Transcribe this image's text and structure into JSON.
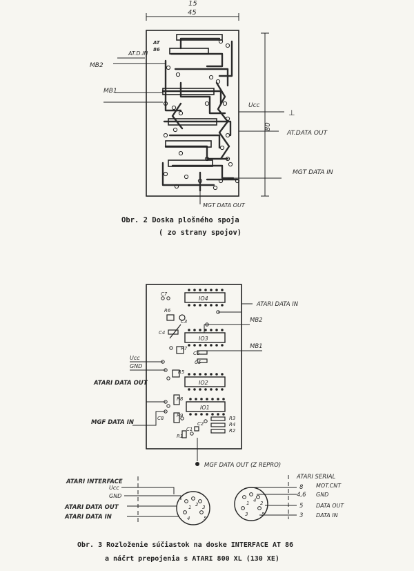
{
  "figure2": {
    "dim_top_partial": "15",
    "dim_width": "45",
    "dim_height": "80",
    "board_marking_1": "AT",
    "board_marking_2": "86",
    "label_mb2": "MB2",
    "label_at_d_in": "AT.D.IN",
    "label_mb1": "MB1",
    "label_ucc": "Ucc",
    "label_ground": "⊥",
    "label_at_data_out": "AT.DATA OUT",
    "label_mgt_data_in": "MGT DATA IN",
    "label_mgt_data_out": "MGT DATA OUT",
    "caption_line1": "Obr. 2  Doska plošného spoja",
    "caption_line2": "( zo strany spojov)"
  },
  "figure3": {
    "ic4": "IO4",
    "ic3": "IO3",
    "ic2": "IO2",
    "ic1": "IO1",
    "c7": "C7",
    "r6": "R6",
    "c3": "C3",
    "c4": "C4",
    "r7": "R7",
    "c6": "C6",
    "c5": "C5",
    "r5": "R5",
    "r8": "R8",
    "c8": "C8",
    "r9": "R9",
    "c2": "C2",
    "c1": "C1",
    "r1": "R1",
    "r3": "R3",
    "r4": "R4",
    "r2": "R2",
    "label_atari_data_in": "ATARI DATA IN",
    "label_mb2": "MB2",
    "label_mb1": "MB1",
    "label_ucc": "Ucc",
    "label_gnd": "GND",
    "label_atari_data_out": "ATARI DATA OUT",
    "label_mgf_data_in": "MGF DATA IN",
    "label_mgf_data_out": "MGF DATA OUT (Z REPRO)"
  },
  "connectors": {
    "left_header": "ATARI INTERFACE",
    "left_ucc": "Ucc",
    "left_gnd": "GND",
    "left_data_out": "ATARI DATA OUT",
    "left_data_in": "ATARI DATA IN",
    "right_header": "ATARI SERIAL",
    "right_pin8": "8",
    "right_pin46": "4,6",
    "right_pin5": "5",
    "right_pin3": "3",
    "right_mot_cnt": "MOT.CNT",
    "right_gnd": "GND",
    "right_data_out": "DATA OUT",
    "right_data_in": "DATA IN",
    "din_left_pins": [
      "1",
      "2",
      "3",
      "4",
      "5"
    ],
    "din_right_pins": [
      "1",
      "4",
      "2",
      "3",
      "5"
    ]
  },
  "caption3": {
    "line1": "Obr. 3  Rozloženie súčiastok na doske INTERFACE AT 86",
    "line2": "a náčrt prepojenia s ATARI 800 XL (130 XE)"
  }
}
